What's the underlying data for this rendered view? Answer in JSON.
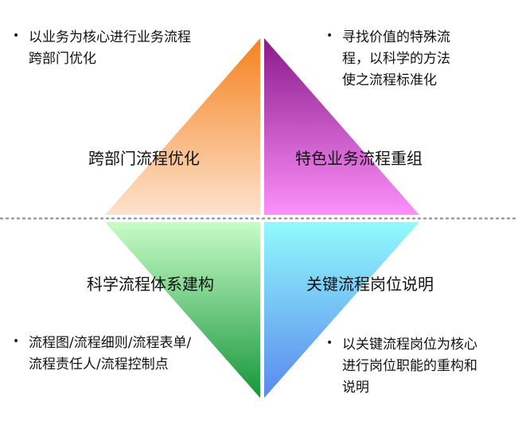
{
  "quadrants": {
    "top_left": {
      "title": "跨部门流程优化",
      "note": "以业务为核心进行业务流程跨部门优化",
      "color_top": "#f5821f",
      "color_bottom": "#fde2cc"
    },
    "top_right": {
      "title": "特色业务流程重组",
      "note": "寻找价值的特殊流程，以科学的方法使之流程标准化",
      "color_top": "#8a1a8a",
      "color_bottom": "#fc90fa"
    },
    "bottom_left": {
      "title": "科学流程体系建构",
      "note": "流程图/流程细则/流程表单/流程责任人/流程控制点",
      "color_top": "#c8fcc8",
      "color_bottom": "#16963a"
    },
    "bottom_right": {
      "title": "关键流程岗位说明",
      "note": "以关键流程岗位为核心进行岗位职能的重构和说明",
      "color_top": "#90fafc",
      "color_bottom": "#5a88ee"
    }
  }
}
